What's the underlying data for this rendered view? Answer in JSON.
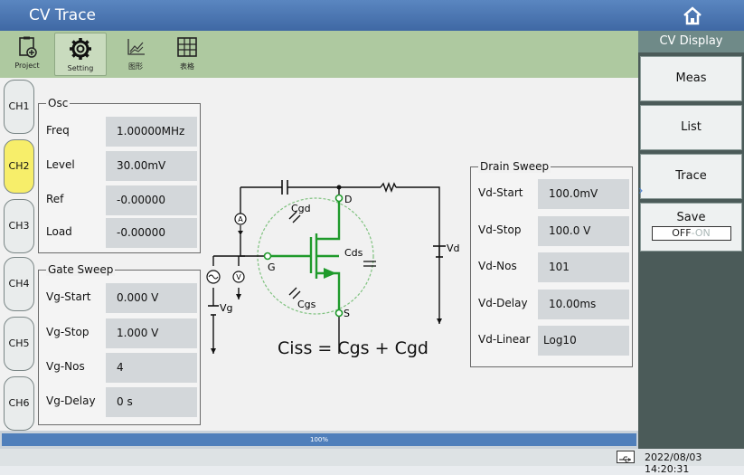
{
  "app": {
    "title": "CV Trace"
  },
  "toolbar": {
    "items": [
      {
        "label": "Project",
        "icon": "project-icon"
      },
      {
        "label": "Setting",
        "icon": "gear-icon"
      },
      {
        "label": "图形",
        "icon": "graph-icon"
      },
      {
        "label": "表格",
        "icon": "table-icon"
      }
    ]
  },
  "right_panel": {
    "title": "CV Display",
    "buttons": [
      {
        "label": "Meas"
      },
      {
        "label": "List"
      },
      {
        "label": "Trace",
        "selected": true
      },
      {
        "label": "Save"
      }
    ],
    "save_toggle": {
      "off": "OFF",
      "on": "ON",
      "separator": "-"
    }
  },
  "channels": [
    "CH1",
    "CH2",
    "CH3",
    "CH4",
    "CH5",
    "CH6"
  ],
  "active_channel": "CH2",
  "osc": {
    "title": "Osc",
    "rows": [
      {
        "label": "Freq",
        "value": "1.00000MHz"
      },
      {
        "label": "Level",
        "value": "30.00mV"
      },
      {
        "label": "Ref",
        "value": "-0.00000"
      },
      {
        "label": "Load",
        "value": "-0.00000"
      }
    ]
  },
  "gate_sweep": {
    "title": "Gate Sweep",
    "rows": [
      {
        "label": "Vg-Start",
        "value": "0.000 V"
      },
      {
        "label": "Vg-Stop",
        "value": "1.000 V"
      },
      {
        "label": "Vg-Nos",
        "value": "4"
      },
      {
        "label": "Vg-Delay",
        "value": "0 s"
      }
    ]
  },
  "drain_sweep": {
    "title": "Drain Sweep",
    "rows": [
      {
        "label": "Vd-Start",
        "value": "100.0mV"
      },
      {
        "label": "Vd-Stop",
        "value": "100.0 V"
      },
      {
        "label": "Vd-Nos",
        "value": "101"
      },
      {
        "label": "Vd-Delay",
        "value": "10.00ms"
      },
      {
        "label": "Vd-Linear",
        "value": "Log10"
      }
    ]
  },
  "diagram": {
    "labels": {
      "cgd": "Cgd",
      "cds": "Cds",
      "cgs": "Cgs",
      "d": "D",
      "g": "G",
      "s": "S",
      "vd": "Vd",
      "vg": "Vg",
      "ammeter": "A",
      "voltmeter": "V"
    },
    "formula": "Ciss = Cgs + Cgd",
    "colors": {
      "transistor": "#1f9a2b",
      "wire": "#111111",
      "circle": "#7fc27f"
    }
  },
  "progress": {
    "value_percent": 100,
    "label": "100%"
  },
  "status": {
    "datetime": "2022/08/03 14:20:31"
  }
}
